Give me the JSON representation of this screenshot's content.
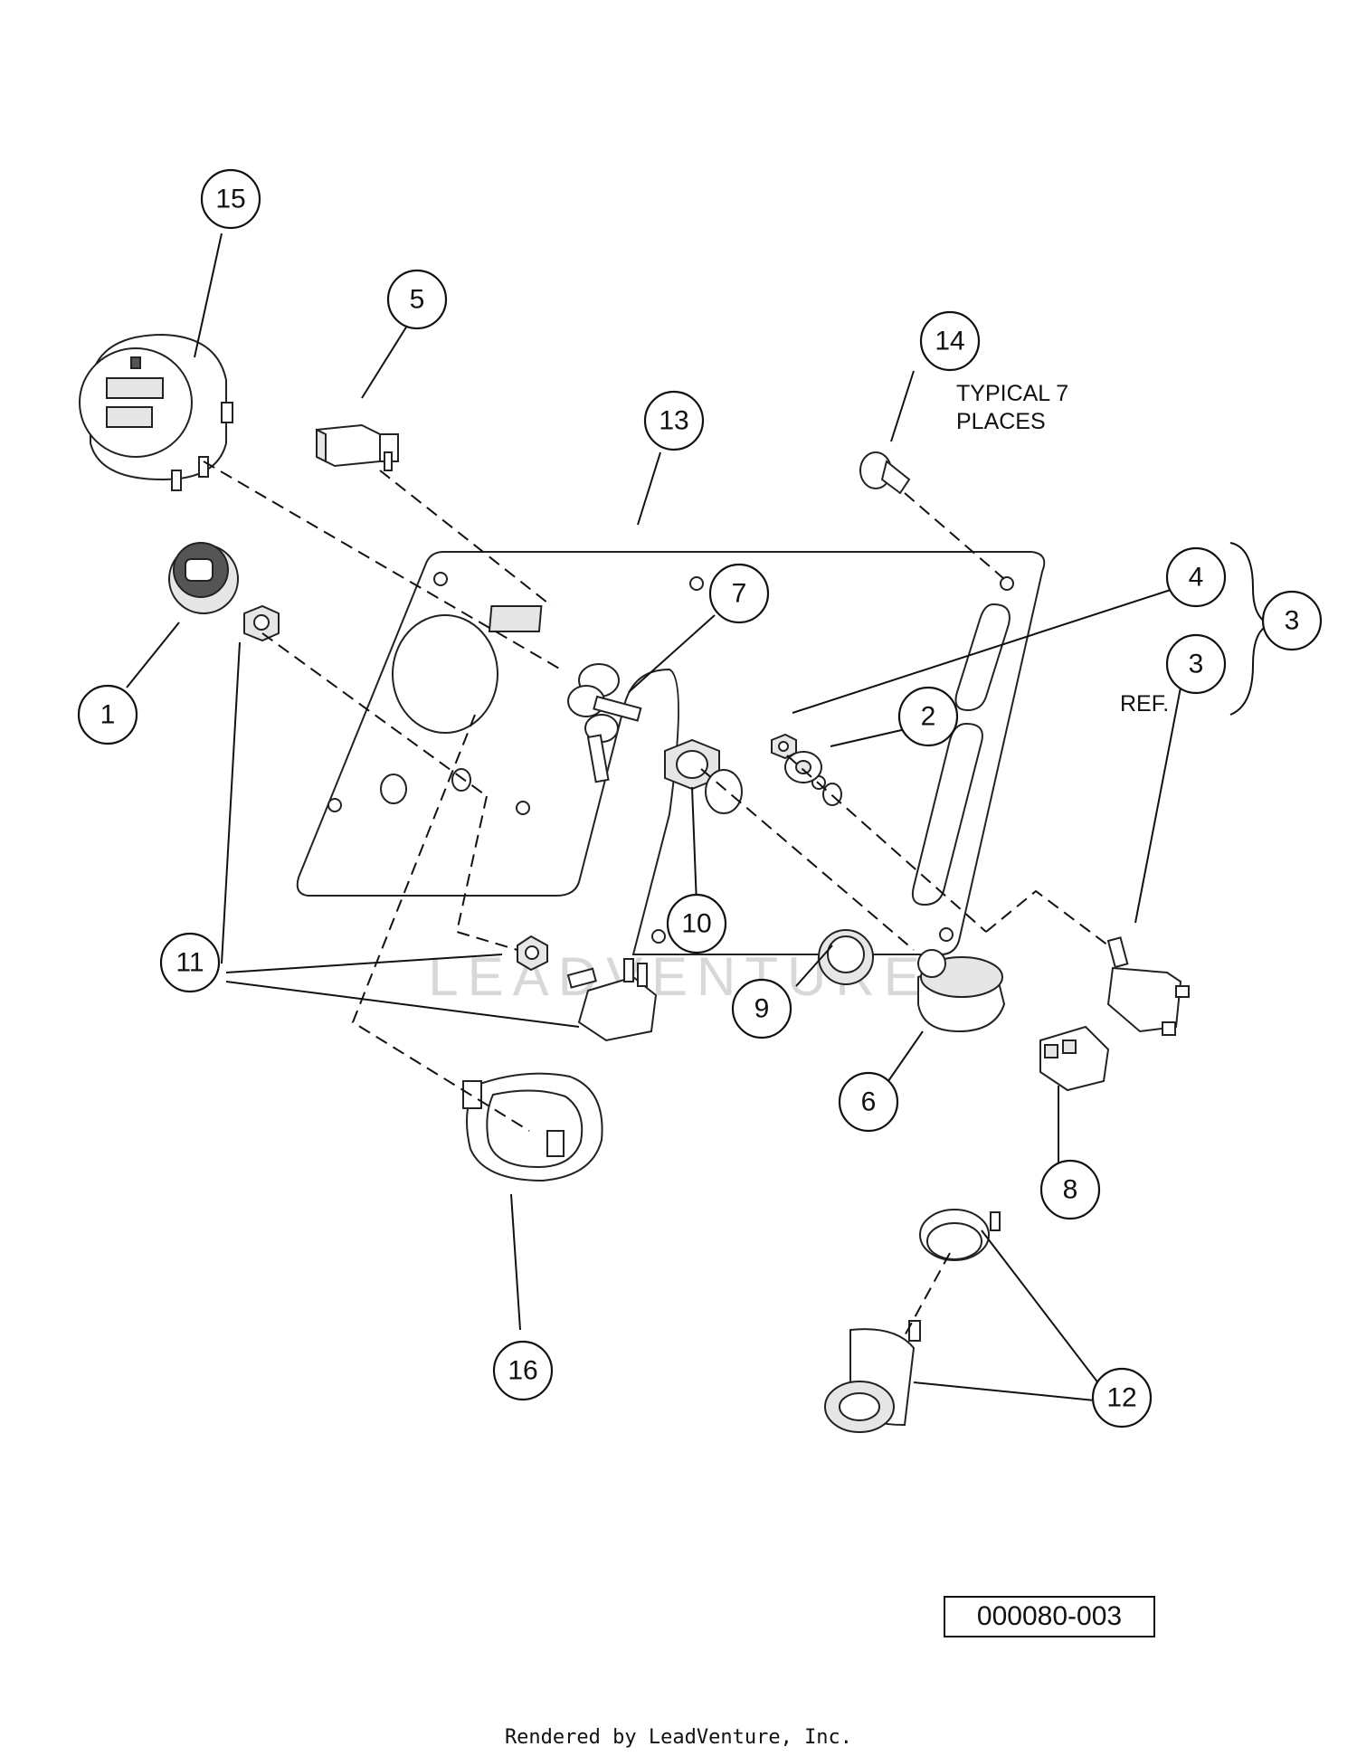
{
  "callouts": [
    {
      "id": "1",
      "label": "1"
    },
    {
      "id": "2",
      "label": "2"
    },
    {
      "id": "3a",
      "label": "3"
    },
    {
      "id": "3b",
      "label": "3"
    },
    {
      "id": "4",
      "label": "4"
    },
    {
      "id": "5",
      "label": "5"
    },
    {
      "id": "6",
      "label": "6"
    },
    {
      "id": "7",
      "label": "7"
    },
    {
      "id": "8",
      "label": "8"
    },
    {
      "id": "9",
      "label": "9"
    },
    {
      "id": "10",
      "label": "10"
    },
    {
      "id": "11",
      "label": "11"
    },
    {
      "id": "12",
      "label": "12"
    },
    {
      "id": "13",
      "label": "13"
    },
    {
      "id": "14",
      "label": "14"
    },
    {
      "id": "15",
      "label": "15"
    },
    {
      "id": "16",
      "label": "16"
    }
  ],
  "notes": {
    "typical_line1": "TYPICAL 7",
    "typical_line2": "PLACES",
    "ref": "REF."
  },
  "drawing_number": "000080-003",
  "watermark": "LEADVENTURE",
  "footer": "Rendered by LeadVenture, Inc."
}
